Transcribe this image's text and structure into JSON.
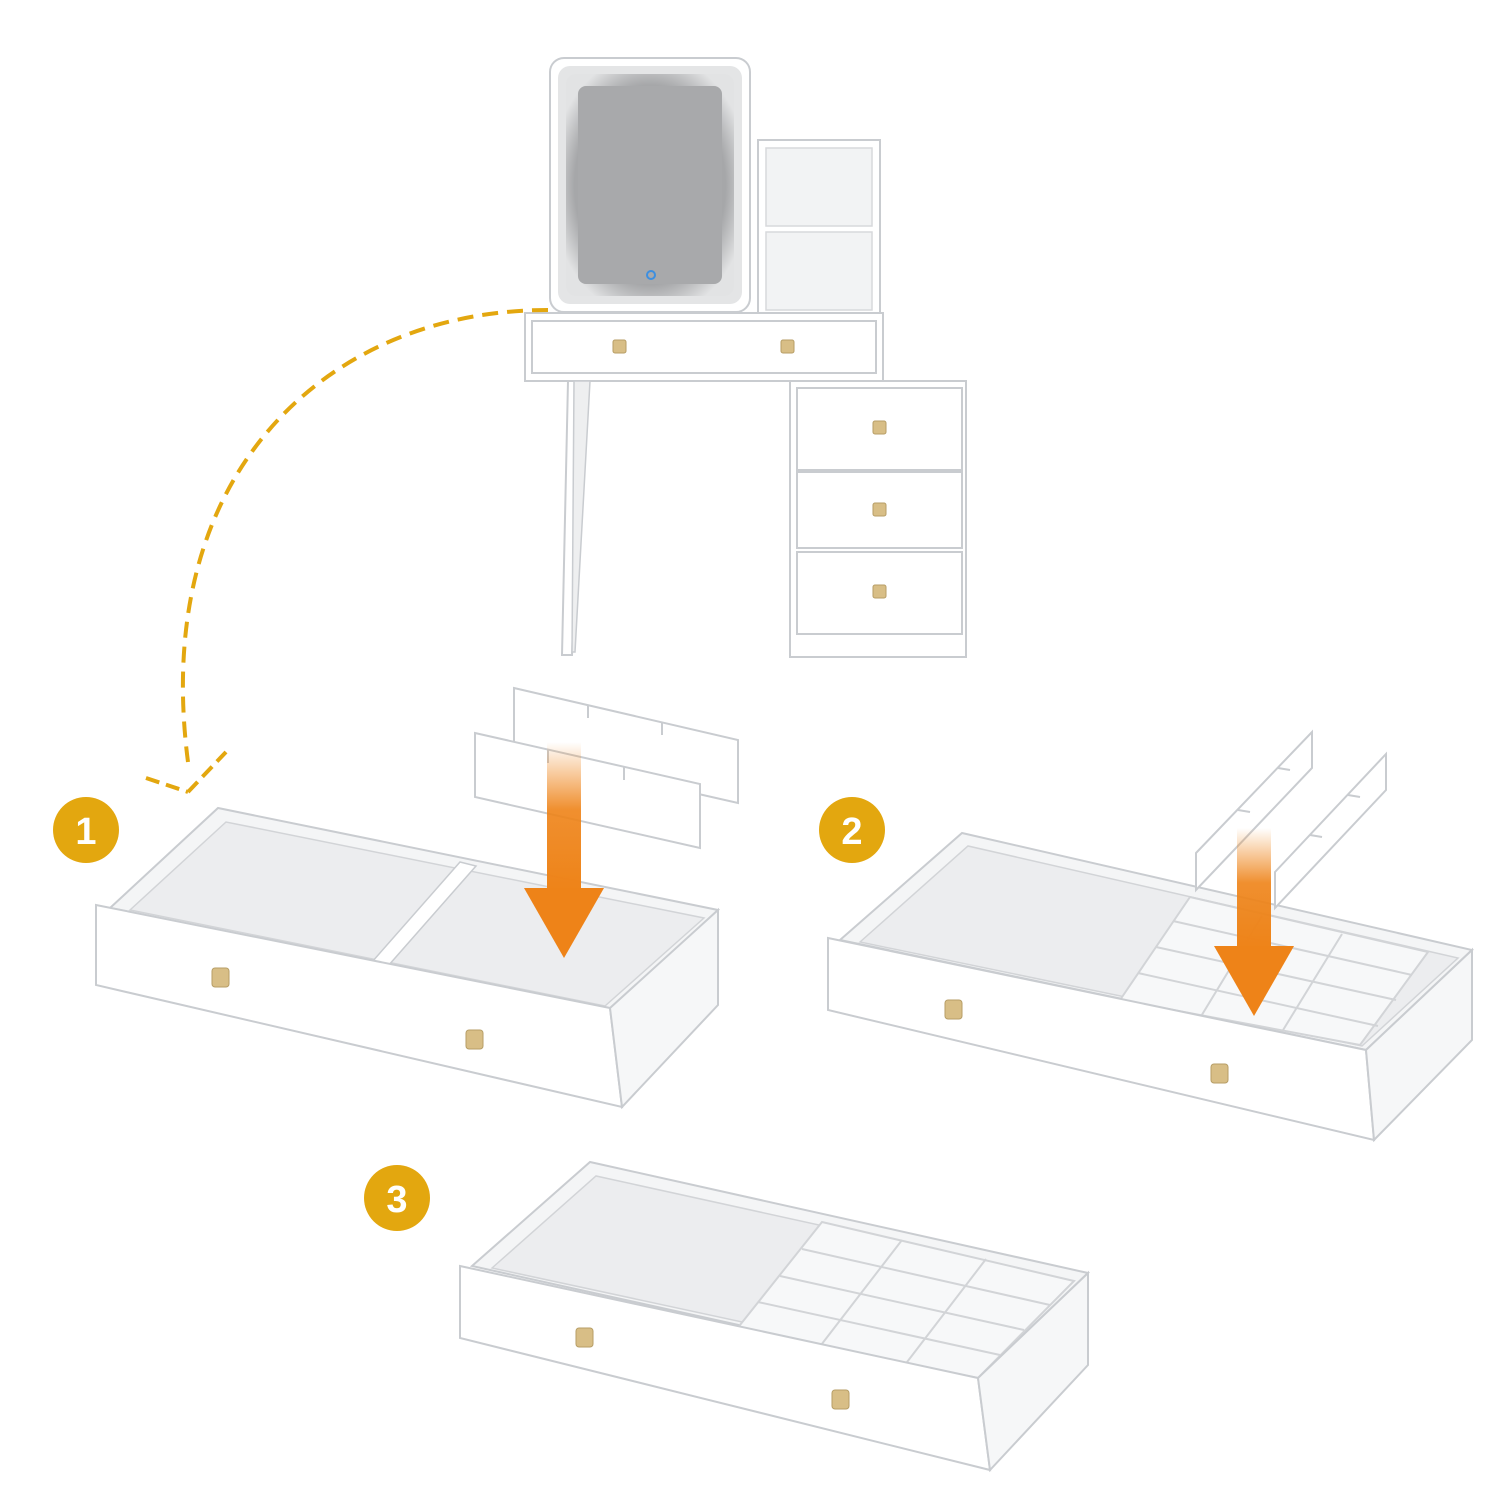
{
  "colors": {
    "badge": "#E3A70F",
    "arrow": "#EE8318",
    "path": "#E3A70F",
    "knob": "#D8BE86",
    "panel": "#FFFFFF",
    "inner": "#F2F3F4",
    "outline": "#C9CCD0",
    "mirror": "#A8A9AB",
    "mirror_glow": "#D9DADB",
    "touch_button": "#3D8FE0"
  },
  "icons": {
    "step_arrow": "arrow-down-icon",
    "path": "dashed-curved-arrow-icon"
  },
  "steps": [
    {
      "number": "1"
    },
    {
      "number": "2"
    },
    {
      "number": "3"
    }
  ]
}
